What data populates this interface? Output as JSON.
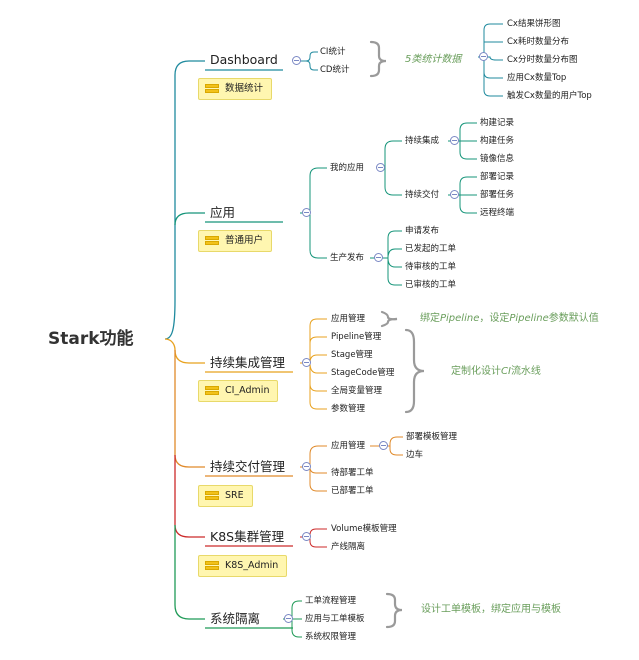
{
  "root": "Stark功能",
  "branches": {
    "dashboard": {
      "label": "Dashboard",
      "tag": "数据统计",
      "children": [
        "CI统计",
        "CD统计"
      ],
      "note": "5类统计数据",
      "stats": [
        "Cx结果饼形图",
        "Cx耗时数量分布",
        "Cx分时数量分布图",
        "应用Cx数量Top",
        "触发Cx数量的用户Top"
      ]
    },
    "app": {
      "label": "应用",
      "tag": "普通用户",
      "my_app": "我的应用",
      "ci": "持续集成",
      "ci_items": [
        "构建记录",
        "构建任务",
        "镜像信息"
      ],
      "cd": "持续交付",
      "cd_items": [
        "部署记录",
        "部署任务",
        "远程终端"
      ],
      "prod": "生产发布",
      "prod_items": [
        "申请发布",
        "已发起的工单",
        "待审核的工单",
        "已审核的工单"
      ]
    },
    "ci_mgmt": {
      "label": "持续集成管理",
      "tag": "CI_Admin",
      "items": [
        "应用管理",
        "Pipeline管理",
        "Stage管理",
        "StageCode管理",
        "全局变量管理",
        "参数管理"
      ],
      "note1_parts": [
        "绑定",
        "Pipeline",
        "，设定",
        "Pipeline",
        "参数默认值"
      ],
      "note2_parts": [
        "定制化设计",
        "CI",
        "流水线"
      ]
    },
    "cd_mgmt": {
      "label": "持续交付管理",
      "tag": "SRE",
      "items": [
        "应用管理",
        "待部署工单",
        "已部署工单"
      ],
      "sub_items": [
        "部署模板管理",
        "边车"
      ]
    },
    "k8s": {
      "label": "K8S集群管理",
      "tag": "K8S_Admin",
      "items": [
        "Volume模板管理",
        "产线隔离"
      ]
    },
    "isolation": {
      "label": "系统隔离",
      "items": [
        "工单流程管理",
        "应用与工单模板",
        "系统权限管理"
      ],
      "note": "设计工单模板，绑定应用与模板"
    }
  },
  "colors": {
    "dashboard": "#1f8a9e",
    "app": "#16957a",
    "ci_mgmt": "#e8a21f",
    "cd_mgmt": "#e08a2a",
    "k8s": "#cc2a2a",
    "isolation": "#1f9a57",
    "tag_bg": "#fff6b0",
    "note": "#6a9e5c"
  }
}
